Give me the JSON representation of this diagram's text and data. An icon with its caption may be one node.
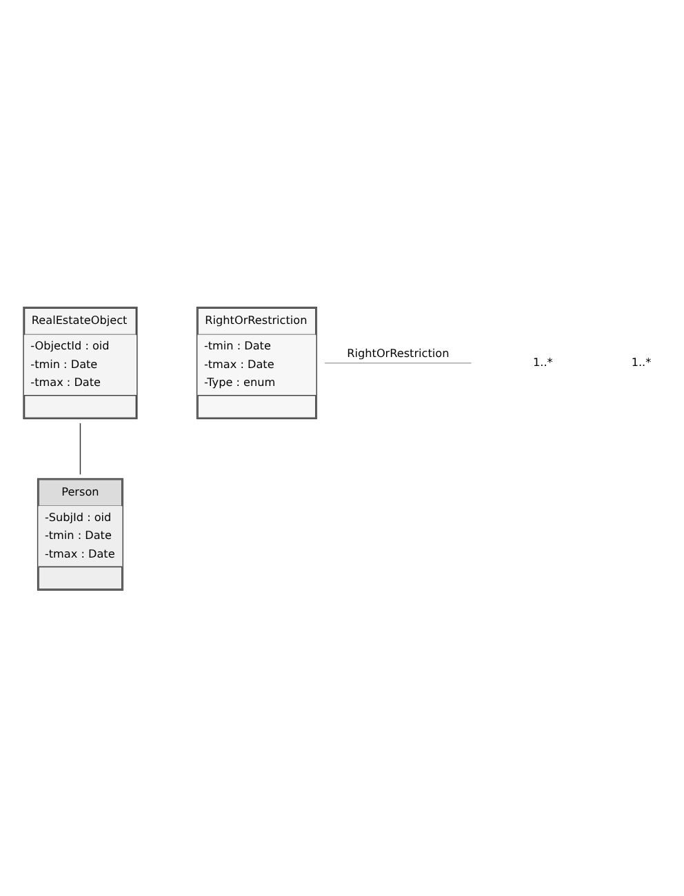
{
  "diagram": {
    "nodes": [
      {
        "text": [
          "RealEstateObject",
          "-ObjectId : oid",
          "-tmin : Date",
          "-tmax : Date"
        ]
      },
      {
        "text": [
          "RightOrRestriction",
          "-tmin : Date",
          "-tmax : Date",
          "-Type : enum"
        ]
      },
      {
        "text": [
          "Person",
          "-SubjId : oid",
          "-tmin : Date",
          "-tmax : Date"
        ]
      }
    ],
    "edges": [
      {
        "from": 0,
        "to": 2,
        "arrow": "none"
      },
      {
        "from": 1,
        "to": null,
        "arrow": "none",
        "label": "RightOrRestriction",
        "color": "#a8a8a8"
      }
    ],
    "labels": [
      "1..*",
      "1..*"
    ]
  }
}
